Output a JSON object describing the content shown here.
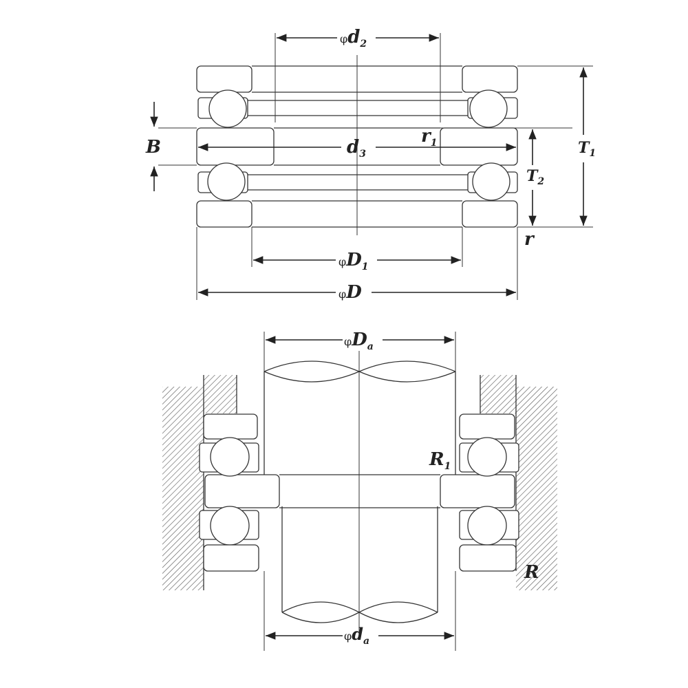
{
  "diagram": {
    "line_color": "#333333",
    "hatch_color": "#555555",
    "background": "#ffffff"
  },
  "top_view": {
    "labels": {
      "d2": {
        "prefix": "φ",
        "main": "d",
        "sub": "2"
      },
      "d3": {
        "prefix": "",
        "main": "d",
        "sub": "3"
      },
      "D1": {
        "prefix": "φ",
        "main": "D",
        "sub": "1"
      },
      "D": {
        "prefix": "φ",
        "main": "D",
        "sub": ""
      },
      "B": {
        "prefix": "",
        "main": "B",
        "sub": ""
      },
      "r1": {
        "prefix": "",
        "main": "r",
        "sub": "1"
      },
      "T1": {
        "prefix": "",
        "main": "T",
        "sub": "1"
      },
      "T2": {
        "prefix": "",
        "main": "T",
        "sub": "2"
      },
      "r": {
        "prefix": "",
        "main": "r",
        "sub": ""
      }
    }
  },
  "mounting_view": {
    "labels": {
      "Da": {
        "prefix": "φ",
        "main": "D",
        "sub": "a"
      },
      "da": {
        "prefix": "φ",
        "main": "d",
        "sub": "a"
      },
      "R1": {
        "prefix": "",
        "main": "R",
        "sub": "1"
      },
      "R": {
        "prefix": "",
        "main": "R",
        "sub": ""
      }
    }
  }
}
